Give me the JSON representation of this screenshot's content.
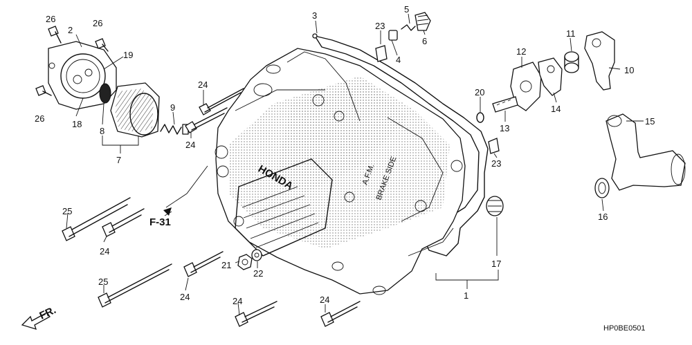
{
  "diagram": {
    "code": "HP0BE0501",
    "ref_label": "F-31",
    "direction_label": "FR.",
    "emblem_text": "HONDA",
    "casting_text": [
      "A.F.M.",
      "BRAKE SIDE"
    ],
    "callouts": {
      "p1": "1",
      "p2": "2",
      "p3": "3",
      "p4": "4",
      "p5": "5",
      "p6": "6",
      "p7": "7",
      "p8": "8",
      "p9": "9",
      "p10": "10",
      "p11": "11",
      "p12": "12",
      "p13": "13",
      "p14": "14",
      "p15": "15",
      "p16": "16",
      "p17": "17",
      "p18": "18",
      "p19": "19",
      "p20": "20",
      "p21": "21",
      "p22": "22",
      "p23a": "23",
      "p23b": "23",
      "p24a": "24",
      "p24b": "24",
      "p24c": "24",
      "p24d": "24",
      "p24e": "24",
      "p24f": "24",
      "p25a": "25",
      "p25b": "25",
      "p26a": "26",
      "p26b": "26",
      "p26c": "26"
    }
  }
}
